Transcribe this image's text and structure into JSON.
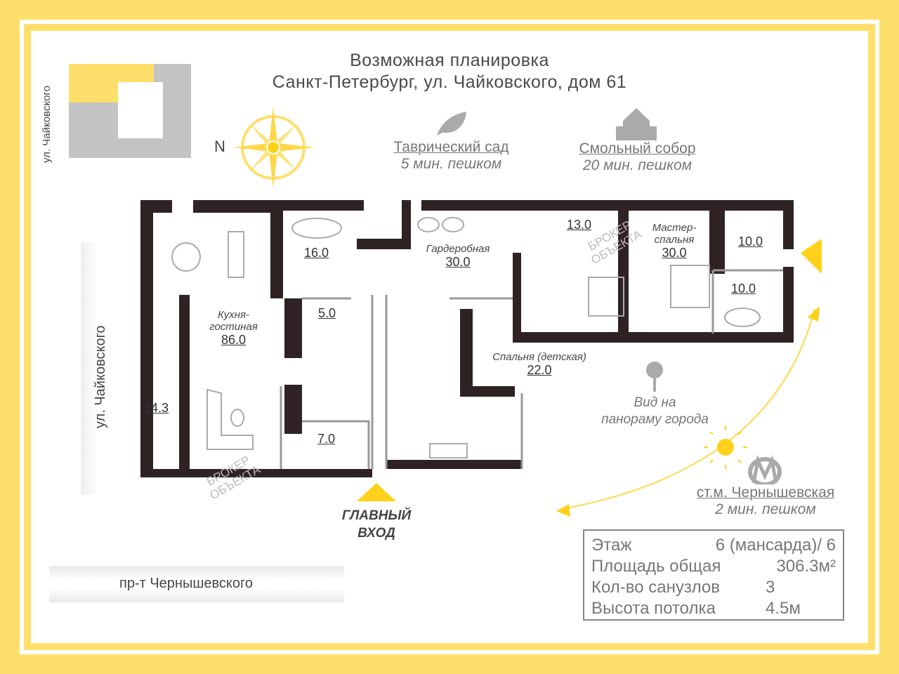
{
  "header": {
    "line1": "Возможная планировка",
    "line2": "Санкт-Петербург, ул. Чайковского, дом 61"
  },
  "compass": {
    "north": "N"
  },
  "streets": {
    "top_left": "ул. Чайковского",
    "left": "ул. Чайковского",
    "bottom": "пр-т Чернышевского"
  },
  "poi": [
    {
      "name": "Таврический сад",
      "time": "5 мин. пешком",
      "icon": "leaf-icon"
    },
    {
      "name": "Смольный собор",
      "time": "20 мин. пешком",
      "icon": "cathedral-icon"
    },
    {
      "name": "ст.м. Чернышевская",
      "time": "2 мин. пешком",
      "icon": "metro-icon"
    }
  ],
  "rooms": [
    {
      "name": "Кухня-\nгостиная",
      "area": "86.0"
    },
    {
      "name": "",
      "area": "16.0"
    },
    {
      "name": "",
      "area": "5.0"
    },
    {
      "name": "",
      "area": "14.3"
    },
    {
      "name": "",
      "area": "7.0"
    },
    {
      "name": "Гардеробная",
      "area": "30.0"
    },
    {
      "name": "",
      "area": "13.0"
    },
    {
      "name": "Мастер-\nспальня",
      "area": "30.0"
    },
    {
      "name": "",
      "area": "10.0"
    },
    {
      "name": "",
      "area": "10.0"
    },
    {
      "name": "Спальня (детская)",
      "area": "22.0"
    }
  ],
  "view": {
    "label": "Вид на\nпанораму города"
  },
  "entrance": {
    "label": "ГЛАВНЫЙ\nВХОД"
  },
  "watermark": {
    "text": "БРОКЕР\nОБЪЕКТА"
  },
  "info": [
    {
      "label": "Этаж",
      "value": "6 (мансарда)/ 6"
    },
    {
      "label": "Площадь общая",
      "value": "306.3м²"
    },
    {
      "label": "Кол-во санузлов",
      "value": "3"
    },
    {
      "label": "Высота потолка",
      "value": "4.5м"
    }
  ],
  "colors": {
    "frame": "#FFDF6B",
    "wall": "#2e2322",
    "accent": "#FFD11A"
  }
}
